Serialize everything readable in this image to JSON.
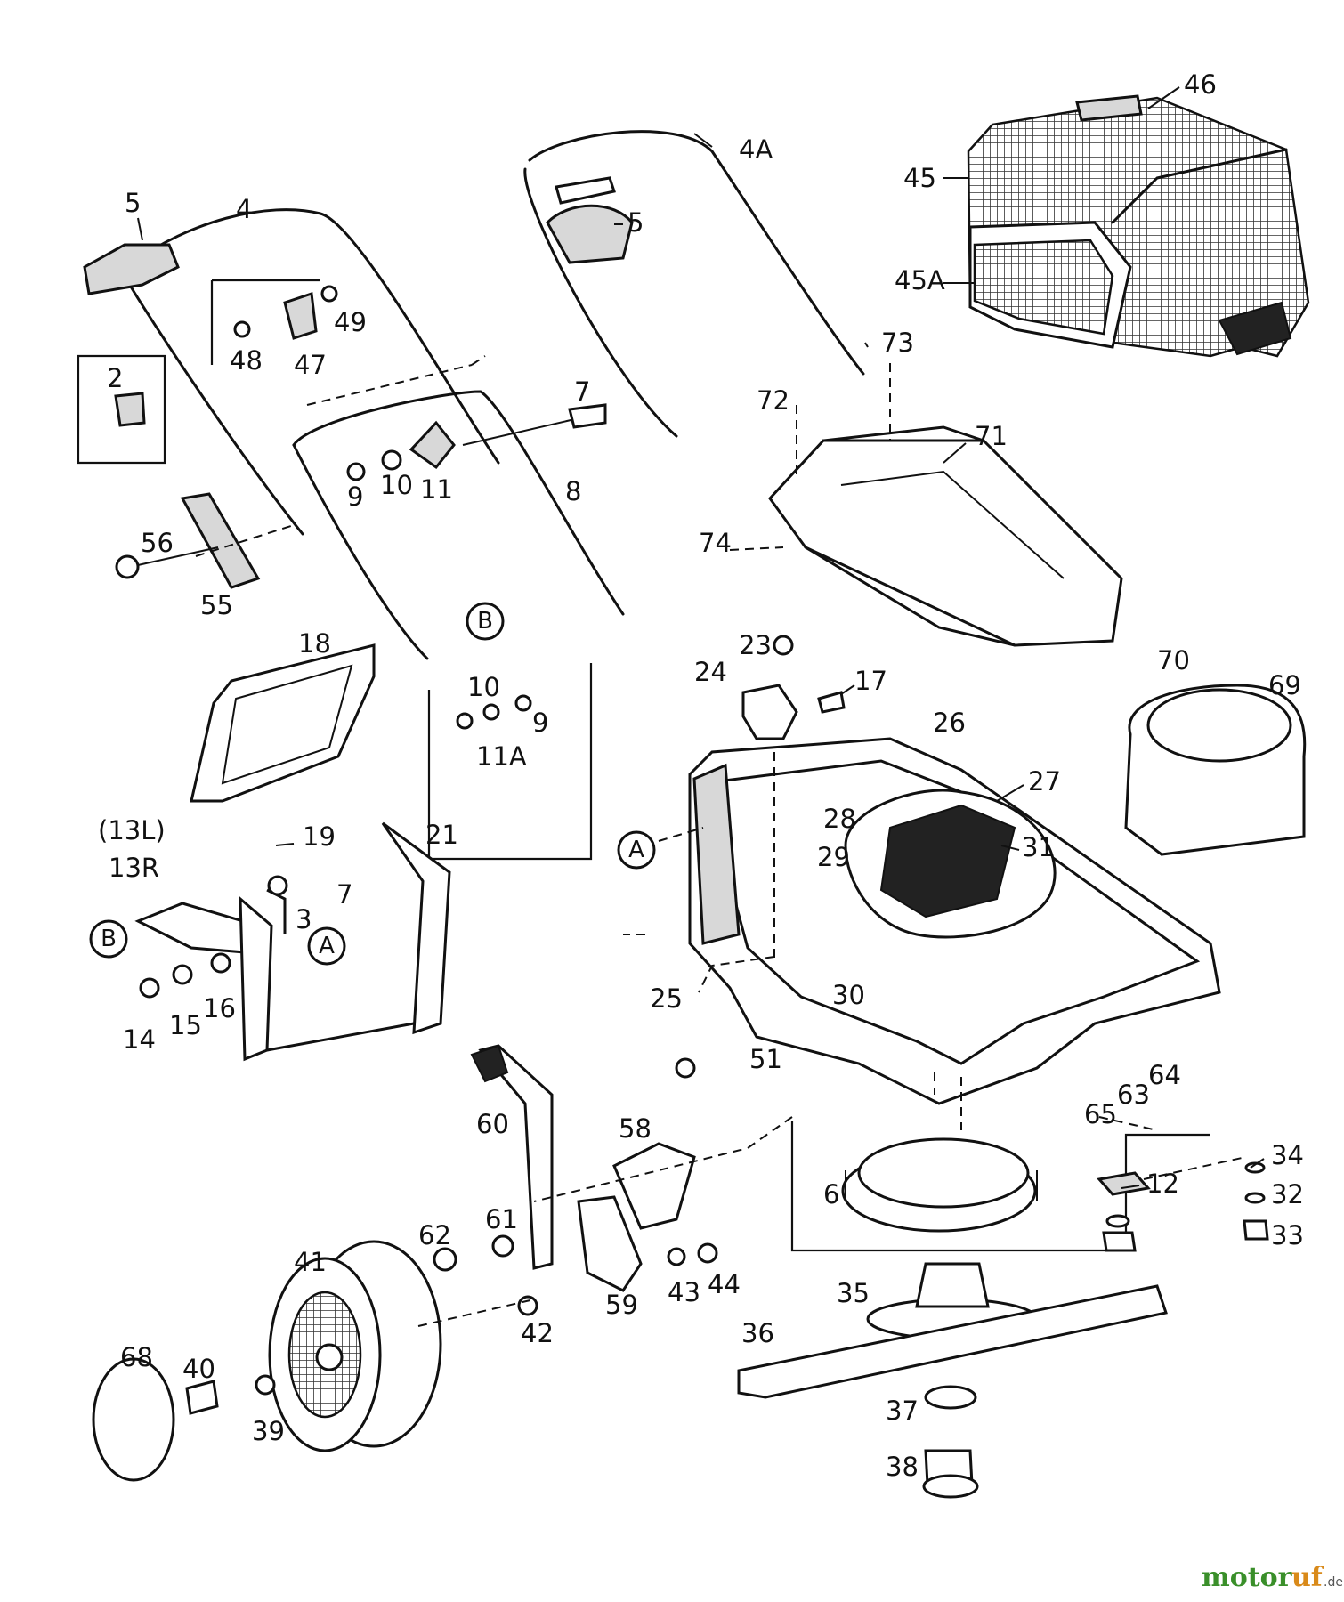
{
  "labels": {
    "p2": "2",
    "p3": "3",
    "p4": "4",
    "p4a": "4A",
    "p5a": "5",
    "p5b": "5",
    "p6": "6",
    "p7a": "7",
    "p7b": "7",
    "p8": "8",
    "p9a": "9",
    "p9b": "9",
    "p10a": "10",
    "p10b": "10",
    "p11": "11",
    "p11a": "11A",
    "p12": "12",
    "p13l": "(13L)",
    "p13r": "13R",
    "p14": "14",
    "p15": "15",
    "p16": "16",
    "p17": "17",
    "p18": "18",
    "p19": "19",
    "p21": "21",
    "p23": "23",
    "p24": "24",
    "p25": "25",
    "p26": "26",
    "p27": "27",
    "p28": "28",
    "p29": "29",
    "p30": "30",
    "p31": "31",
    "p32": "32",
    "p33": "33",
    "p34": "34",
    "p35": "35",
    "p36": "36",
    "p37": "37",
    "p38": "38",
    "p39": "39",
    "p40": "40",
    "p41": "41",
    "p42": "42",
    "p43": "43",
    "p44": "44",
    "p45": "45",
    "p45a": "45A",
    "p46": "46",
    "p47": "47",
    "p48": "48",
    "p49": "49",
    "p51": "51",
    "p55": "55",
    "p56": "56",
    "p58": "58",
    "p59": "59",
    "p60": "60",
    "p61": "61",
    "p62": "62",
    "p63": "63",
    "p64": "64",
    "p65": "65",
    "p68": "68",
    "p69": "69",
    "p70": "70",
    "p71": "71",
    "p72": "72",
    "p73": "73",
    "p74": "74"
  },
  "refs": {
    "a1": "A",
    "a2": "A",
    "b1": "B",
    "b2": "B"
  },
  "watermark": {
    "brand_a": "motor",
    "brand_b": "uf",
    "tld": ".de"
  },
  "colors": {
    "brand_green": "#3a8f2a",
    "brand_orange": "#d98a1a"
  }
}
